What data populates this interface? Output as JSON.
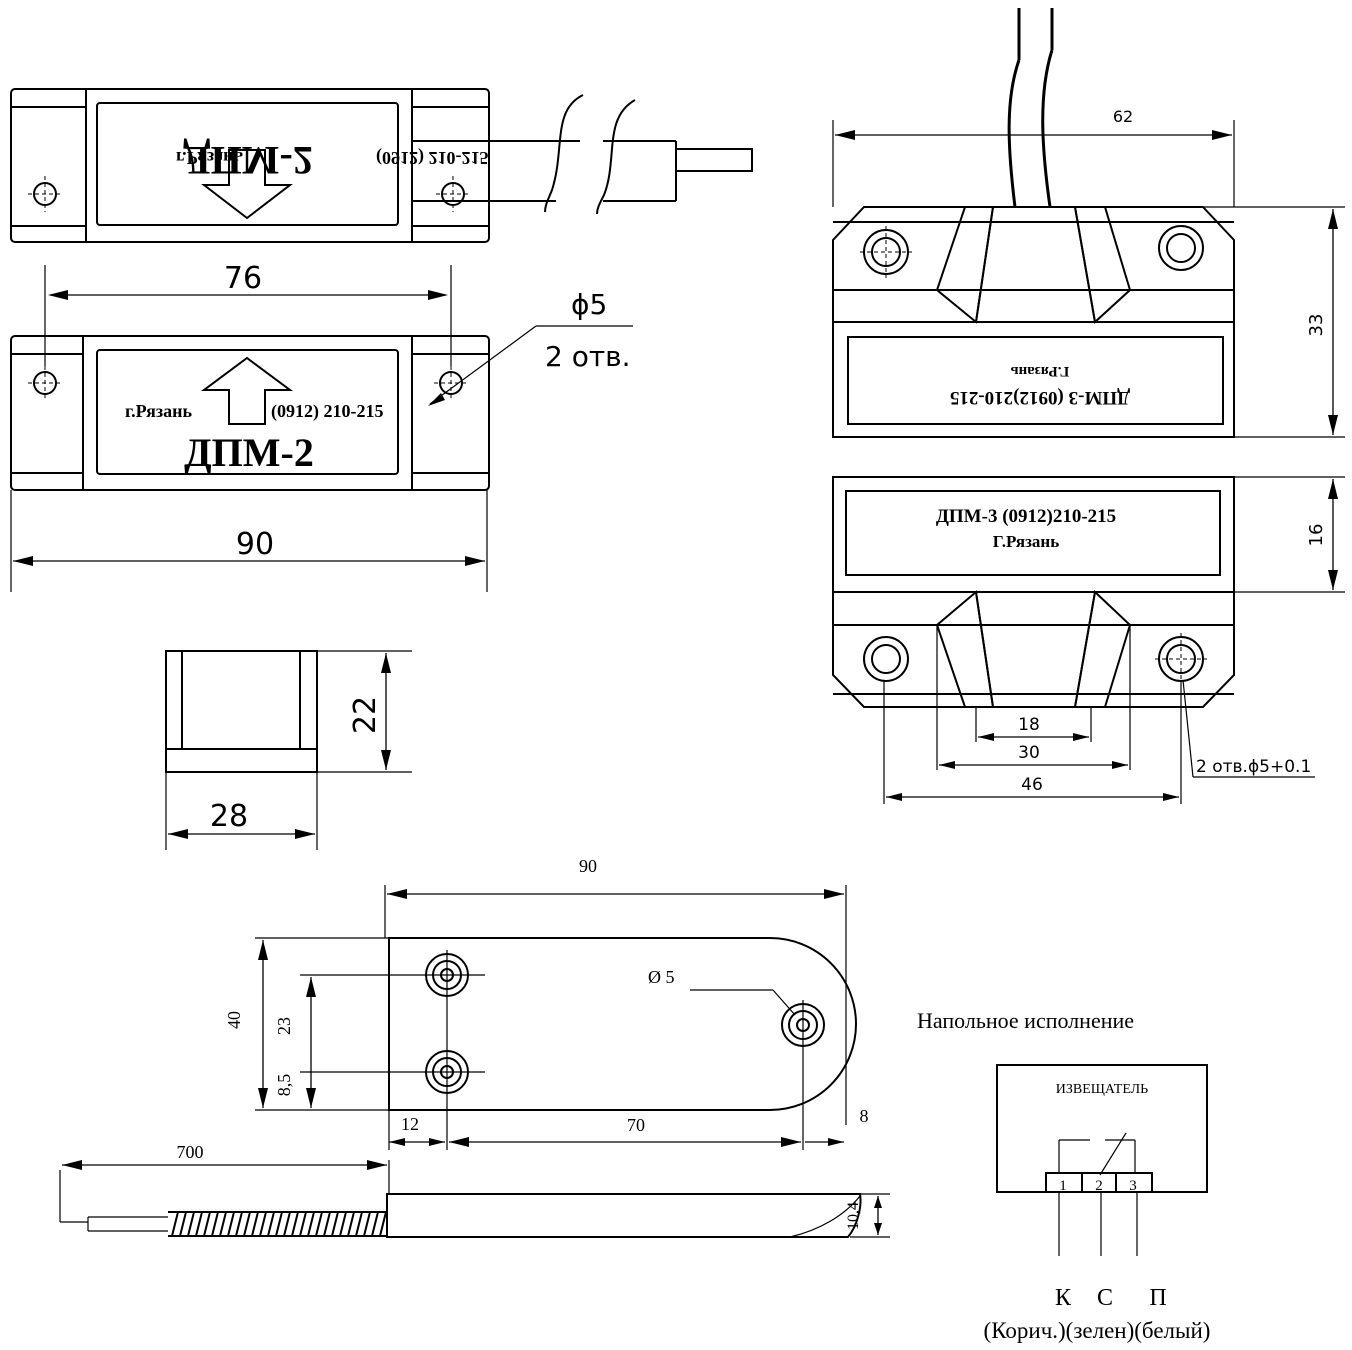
{
  "dpm2": {
    "model": "ДПМ-2",
    "city": "г.Рязань",
    "phone": "(0912) 210-215",
    "dim_76": "76",
    "dim_90": "90",
    "hole_dia": "ϕ5",
    "hole_count": "2 отв.",
    "dim_22": "22",
    "dim_28": "28"
  },
  "dpm3": {
    "label_line1": "ДПМ-3 (0912)210-215",
    "label_line2": "Г.Рязань",
    "dim_62": "62",
    "dim_33": "33",
    "dim_16": "16",
    "dim_18": "18",
    "dim_30": "30",
    "dim_46": "46",
    "holes": "2 отв.ϕ5+0.1"
  },
  "floor": {
    "dim_90": "90",
    "dim_40": "40",
    "dim_23": "23",
    "dim_8_5": "8,5",
    "hole": "Ø 5",
    "dim_12": "12",
    "dim_70": "70",
    "dim_8": "8",
    "dim_700": "700",
    "dim_10_4": "10,4",
    "caption": "Напольное исполнение"
  },
  "circuit": {
    "title": "ИЗВЕЩАТЕЛЬ",
    "pin1": "1",
    "pin2": "2",
    "pin3": "3",
    "k": "К",
    "c": "С",
    "p": "П",
    "colors": "(Корич.)(зелен)(белый)"
  }
}
